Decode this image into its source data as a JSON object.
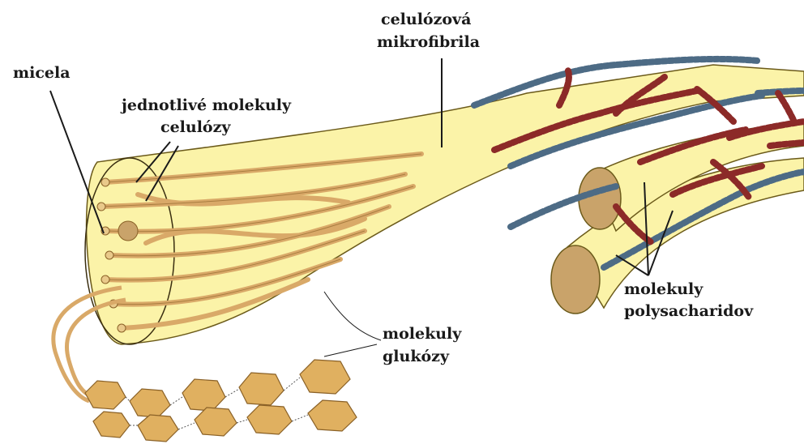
{
  "labels": {
    "micela": "micela",
    "molecules_line1": "jednotlivé molekuly",
    "molecules_line2": "celulózy",
    "microfibril_line1": "celulózová",
    "microfibril_line2": "mikrofibrila",
    "polysaccharide_line1": "molekuly",
    "polysaccharide_line2": "polysacharidov",
    "glucose_line1": "molekuly",
    "glucose_line2": "glukózy"
  },
  "colors": {
    "fibril_fill": "#fbf3a8",
    "fibril_outline": "#6b5a1a",
    "strand": "#d9a968",
    "strand_edge": "#8a6127",
    "hexagon": "#e0b060",
    "polysaccharide_red": "#8c2a28",
    "polysaccharide_blue": "#4d6b85",
    "cut_end": "#c9a36a"
  }
}
